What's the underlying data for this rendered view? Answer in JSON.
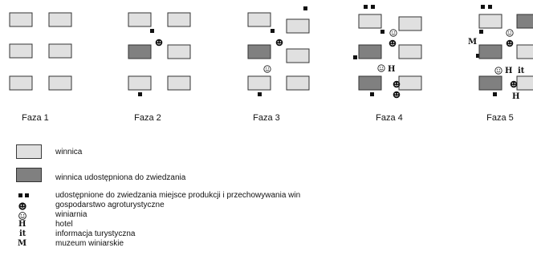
{
  "phases": [
    {
      "label": "Faza 1"
    },
    {
      "label": "Faza 2"
    },
    {
      "label": "Faza 3"
    },
    {
      "label": "Faza 4"
    },
    {
      "label": "Faza 5"
    }
  ],
  "legend": {
    "items": [
      {
        "symbol": "light-box",
        "text": "winnica"
      },
      {
        "symbol": "dark-box",
        "text": "winnica udostępniona do zwiedzania"
      },
      {
        "symbol": "double-square",
        "text": "udostępnione do zwiedzania miejsce produkcji i przechowywania win"
      },
      {
        "symbol": "filled-smiley",
        "text": "gospodarstwo agroturystyczne"
      },
      {
        "symbol": "outline-smiley",
        "text": "winiarnia"
      },
      {
        "symbol": "hotel-glyph",
        "text": "hotel",
        "glyph": "H"
      },
      {
        "symbol": "it-glyph",
        "text": "informacja turystyczna",
        "glyph": "it"
      },
      {
        "symbol": "museum-glyph",
        "text": "muzeum winiarskie",
        "glyph": "M"
      }
    ]
  },
  "map_glyphs": {
    "hotel": "H",
    "info": "it",
    "museum": "M"
  },
  "colors": {
    "vineyard": "#e0e0e0",
    "vineyard_open": "#808080",
    "symbol": "#111111"
  }
}
